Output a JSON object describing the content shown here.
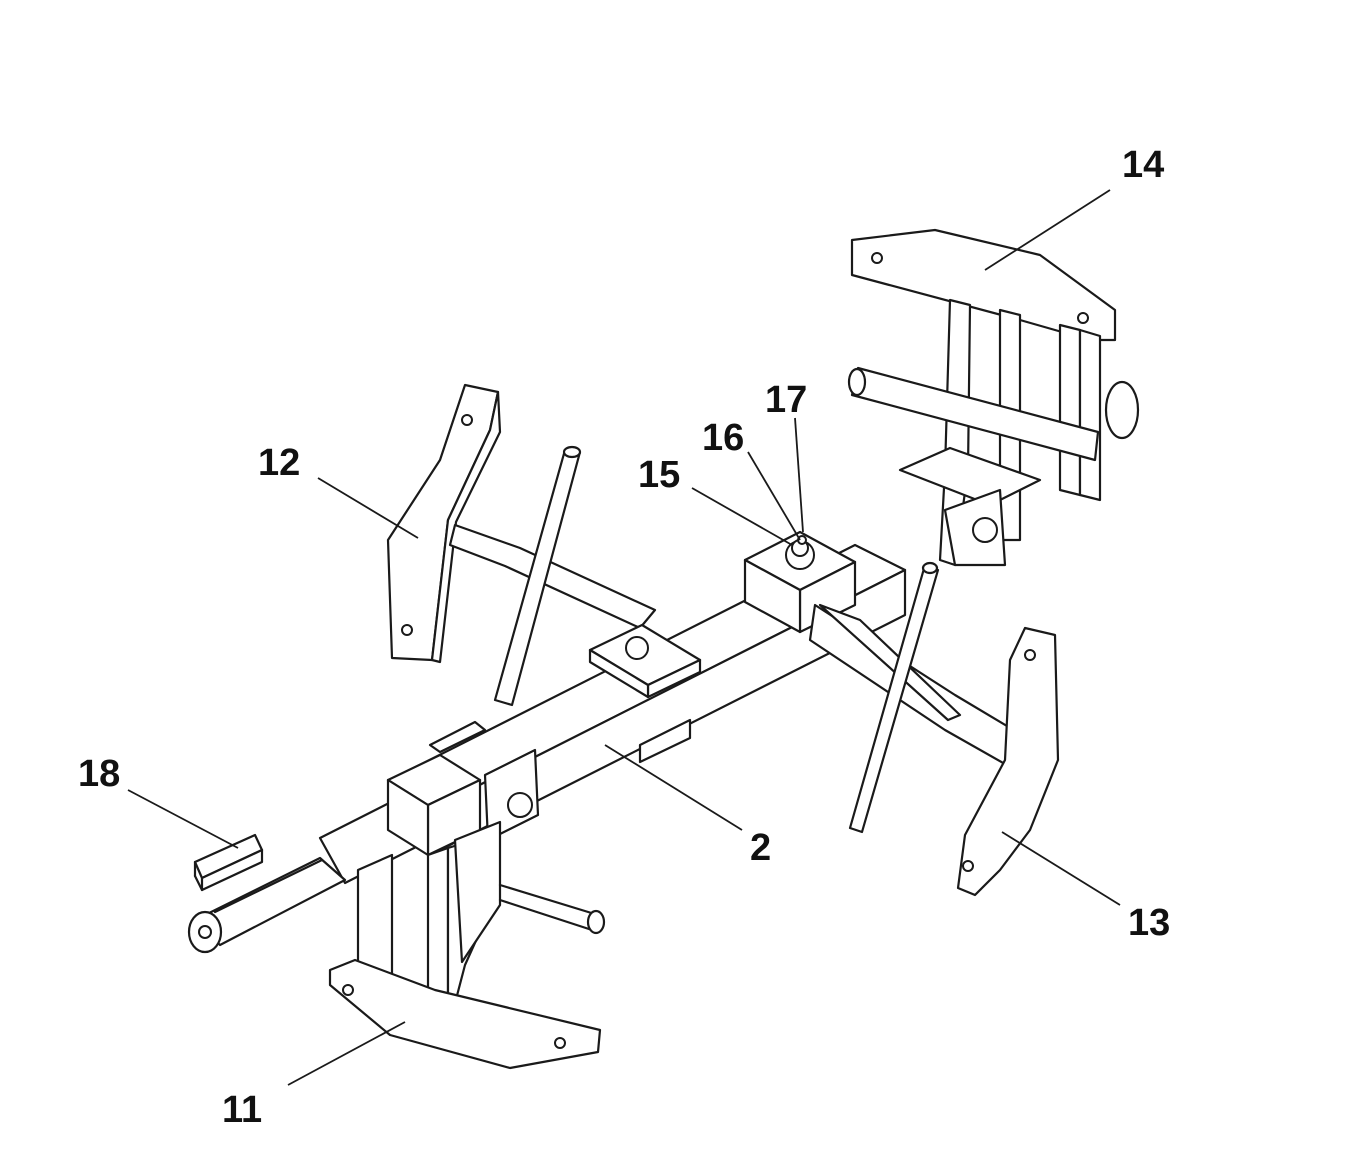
{
  "callouts": {
    "c2": "2",
    "c11": "11",
    "c12": "12",
    "c13": "13",
    "c14": "14",
    "c15": "15",
    "c16": "16",
    "c17": "17",
    "c18": "18"
  },
  "colors": {
    "line": "#1a1a1a",
    "background": "#ffffff"
  }
}
